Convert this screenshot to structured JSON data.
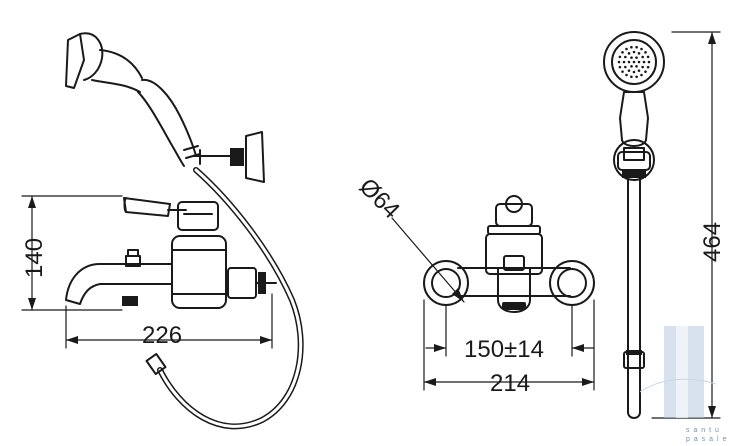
{
  "dimensions": {
    "height_side": "140",
    "width_side": "226",
    "diameter_flange": "Ø64",
    "center_distance": "150±14",
    "overall_width": "214",
    "rail_height": "464"
  },
  "watermark": {
    "line1": "s a n t u",
    "line2": "p a s a l e"
  },
  "colors": {
    "line": "#1a1a1a",
    "watermark_bar": "#b8cbe0"
  }
}
